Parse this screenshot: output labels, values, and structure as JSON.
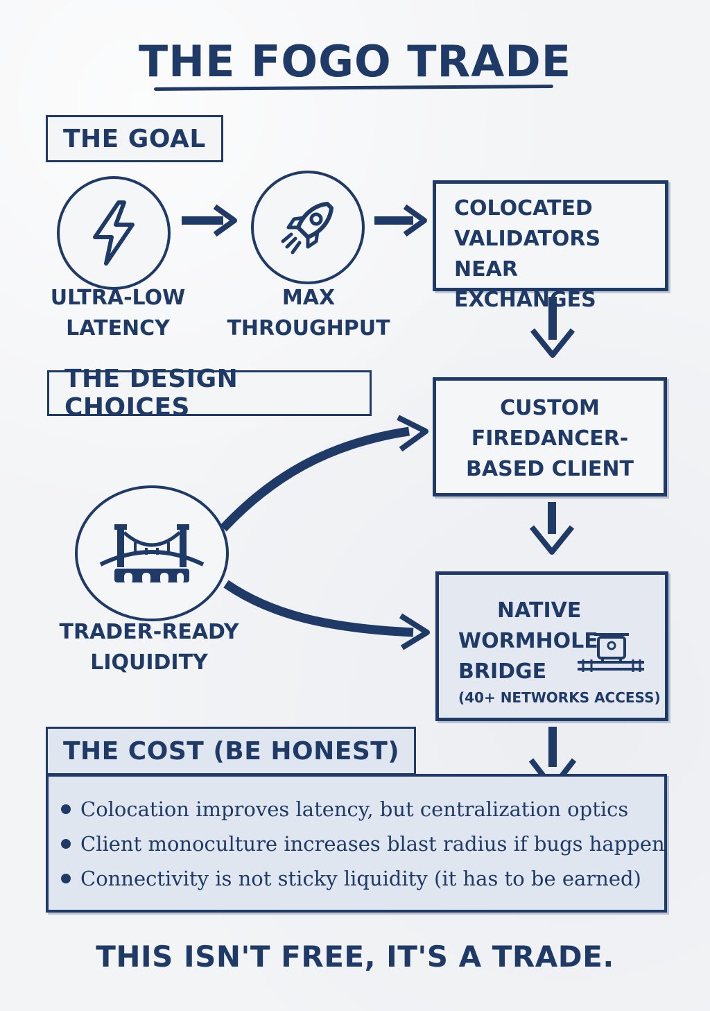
{
  "title": "THE FOGO TRADE",
  "sections": {
    "goal": "THE GOAL",
    "design": "THE DESIGN CHOICES",
    "cost": "THE COST (BE HONEST)"
  },
  "nodes": {
    "latency": {
      "line1": "ULTRA-LOW",
      "line2": "LATENCY",
      "icon": "lightning-icon"
    },
    "throughput": {
      "line1": "MAX",
      "line2": "THROUGHPUT",
      "icon": "rocket-icon"
    },
    "liquidity": {
      "line1": "TRADER-READY",
      "line2": "LIQUIDITY",
      "icon": "bridge-icon"
    }
  },
  "boxes": {
    "colocated": {
      "line1": "COLOCATED",
      "line2": "VALIDATORS NEAR",
      "line3": "EXCHANGES"
    },
    "client": {
      "line1": "CUSTOM",
      "line2": "FIREDANCER-",
      "line3": "BASED CLIENT"
    },
    "bridge": {
      "line1": "NATIVE",
      "line2": "WORMHOLE",
      "line3": "BRIDGE",
      "note": "(40+ NETWORKS ACCESS)",
      "icon": "bridge-machine-icon"
    }
  },
  "costs": [
    "Colocation improves latency, but centralization optics",
    "Client monoculture increases blast radius if bugs happen",
    "Connectivity is not sticky liquidity (it has to be earned)"
  ],
  "footer": "THIS ISN'T FREE, IT'S A TRADE.",
  "colors": {
    "ink": "#1f3a66",
    "panel": "#dfe6f0",
    "paper": "#f3f4f6"
  }
}
